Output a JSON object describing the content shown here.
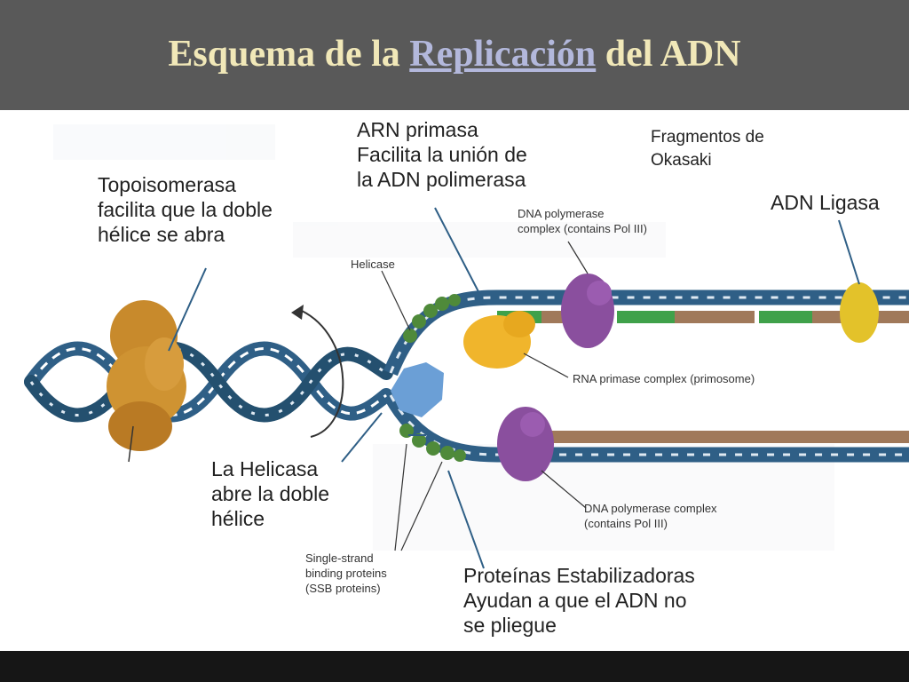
{
  "slide": {
    "title_before": "Esquema de la ",
    "title_link": "Replicación",
    "title_after": " del ADN"
  },
  "labels": {
    "topoisomerase_es": [
      "Topoisomerasa",
      "facilita que la doble",
      "hélice se abra"
    ],
    "primase_es": [
      "ARN primasa",
      "Facilita la unión de",
      "la ADN polimerasa"
    ],
    "okazaki_es": [
      "Fragmentos de",
      "Okasaki"
    ],
    "ligase_es": "ADN Ligasa",
    "helicase_es": [
      "La Helicasa",
      "abre la doble",
      "hélice"
    ],
    "stabilizing_es": [
      "Proteínas Estabilizadoras",
      "Ayudan a que el ADN no",
      "se pliegue"
    ],
    "helicase_en": "Helicase",
    "pol_top_en": [
      "DNA polymerase",
      "complex (contains Pol III)"
    ],
    "primase_en": "RNA primase complex (primosome)",
    "pol_bottom_en": [
      "DNA polymerase complex",
      "(contains Pol III)"
    ],
    "ssb_en": [
      "Single-strand",
      "binding proteins",
      "(SSB proteins)"
    ]
  },
  "colors": {
    "header_bg": "#595959",
    "title": "#f1e8b8",
    "title_link": "#b3b8dc",
    "dna_blue": "#2f5f86",
    "new_strand_brown": "#a0795a",
    "rna_primer_green": "#3fa14a",
    "topoisomerase": "#c88a2c",
    "helicase": "#6b9fd6",
    "polymerase": "#8a4f9e",
    "primase": "#f0b52c",
    "ssb": "#4f8a3a",
    "ligase": "#e3c22a"
  }
}
